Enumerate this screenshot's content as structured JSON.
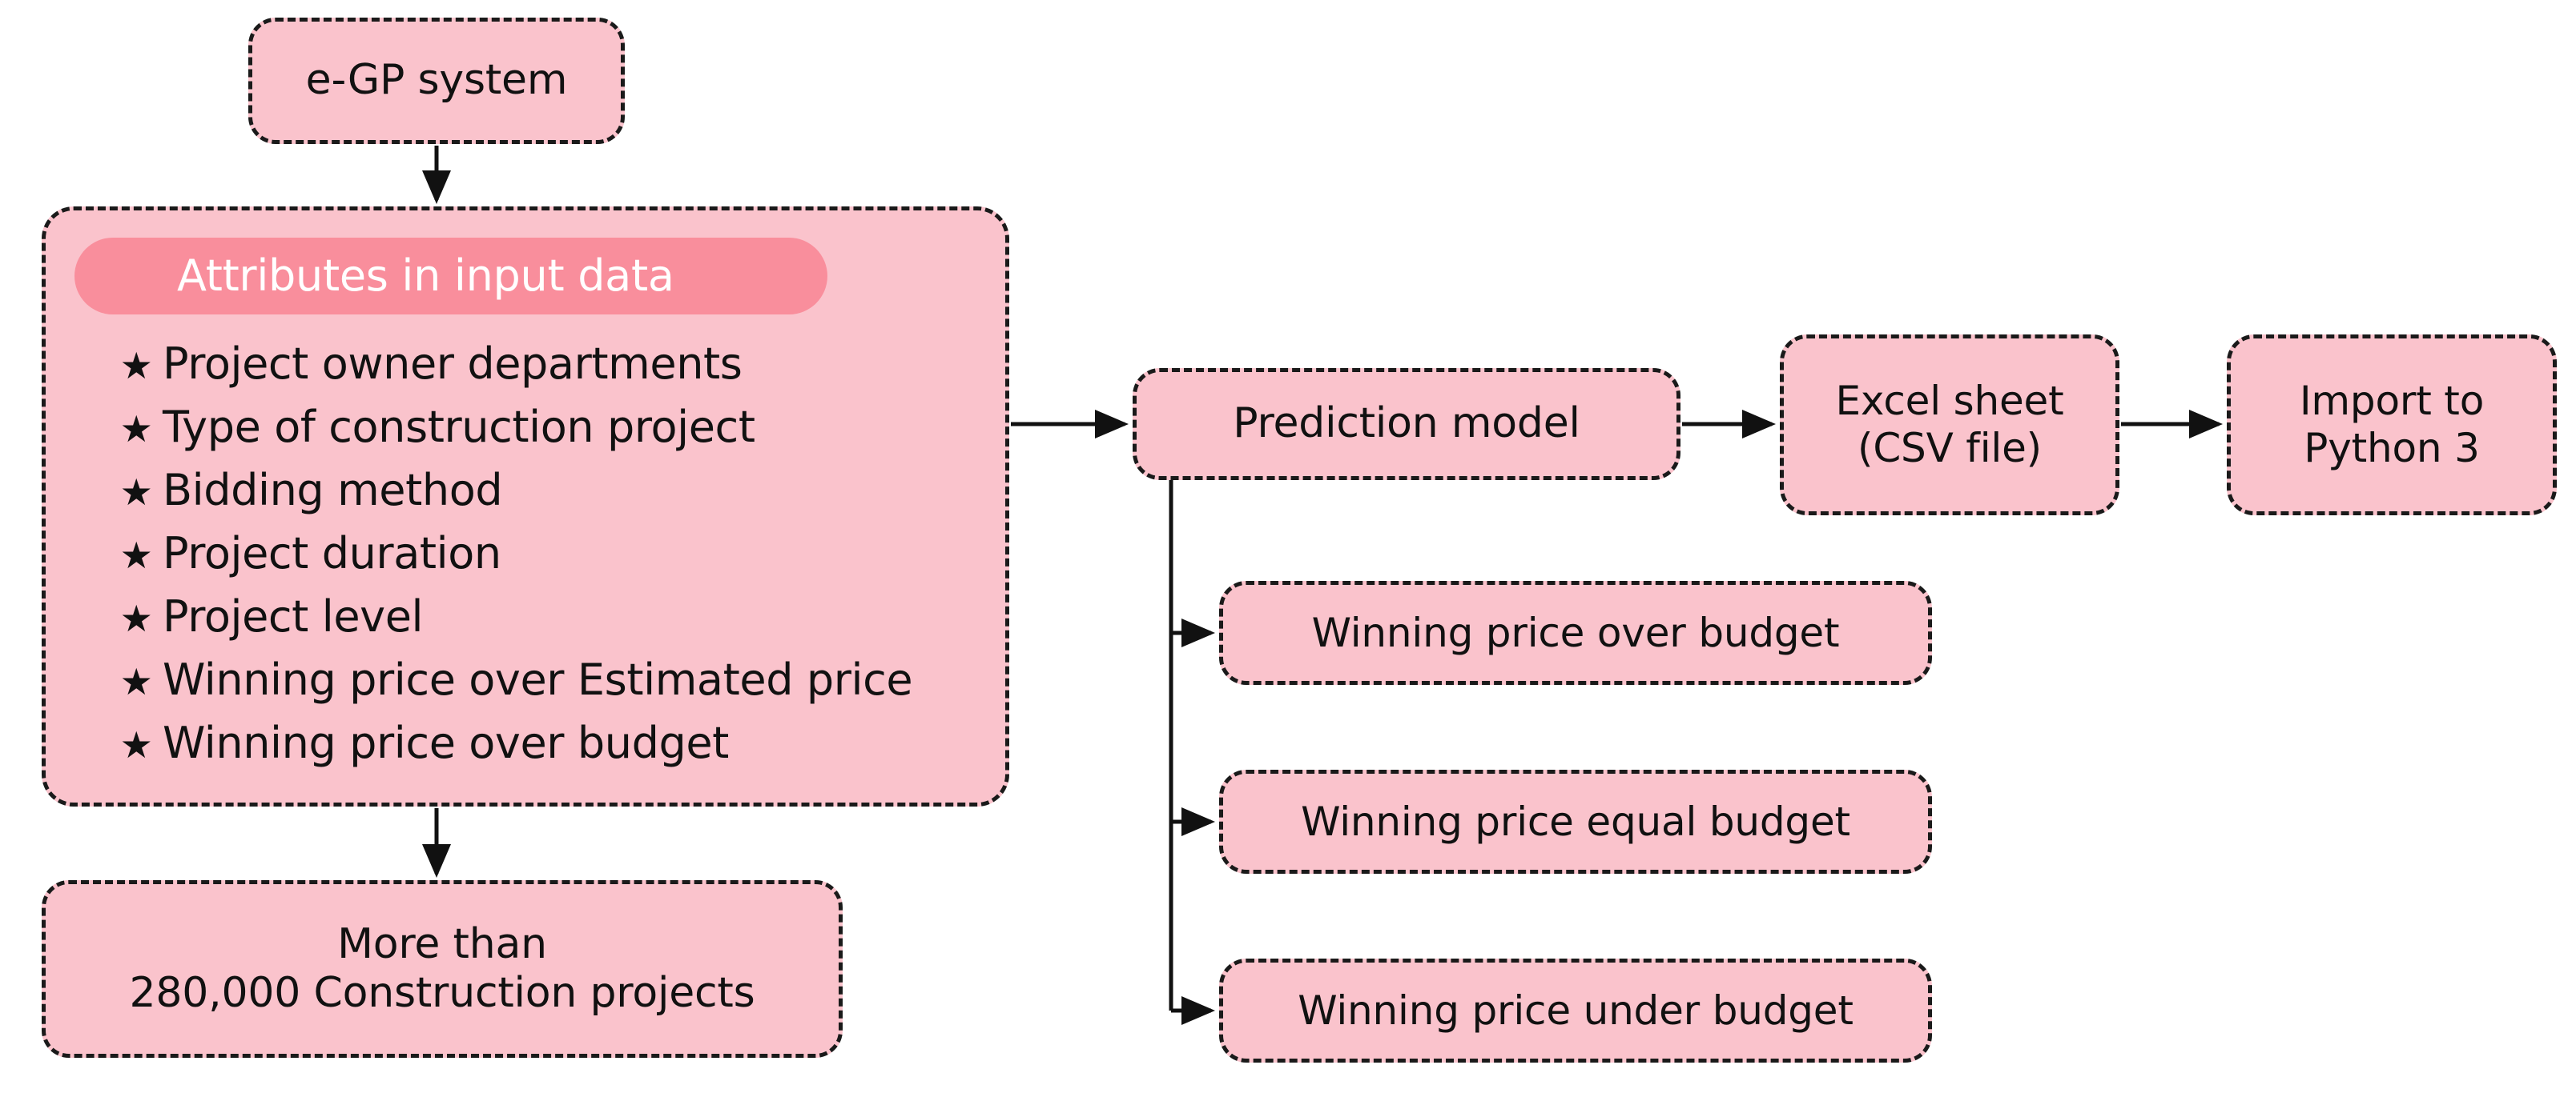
{
  "diagram": {
    "title": "Construction bidding data pipeline flowchart",
    "colors": {
      "node_fill": "#fac3cc",
      "badge_fill": "#f98e9c",
      "border": "#1a1a1a",
      "text": "#111111",
      "badge_text": "#ffffff",
      "background": "#ffffff"
    },
    "nodes": {
      "source": {
        "label": "e-GP system"
      },
      "attributes": {
        "badge_label": "Attributes in input data",
        "bullet_glyph": "★",
        "items": [
          "Project owner departments",
          "Type of construction project",
          "Bidding method",
          "Project duration",
          "Project level",
          "Winning price over Estimated price",
          "Winning price over budget"
        ]
      },
      "projects": {
        "label": "More than\n280,000 Construction projects"
      },
      "prediction": {
        "label": "Prediction model"
      },
      "excel": {
        "label": "Excel sheet\n(CSV file)"
      },
      "python": {
        "label": "Import to\nPython 3"
      },
      "outcomes": [
        {
          "label": "Winning price over budget"
        },
        {
          "label": "Winning price equal budget"
        },
        {
          "label": "Winning price under budget"
        }
      ]
    },
    "edges": [
      {
        "from": "e-GP system",
        "to": "Attributes in input data",
        "direction": "down"
      },
      {
        "from": "Attributes in input data",
        "to": "More than 280,000 Construction projects",
        "direction": "down"
      },
      {
        "from": "Attributes in input data",
        "to": "Prediction model",
        "direction": "right"
      },
      {
        "from": "Prediction model",
        "to": "Excel sheet (CSV file)",
        "direction": "right"
      },
      {
        "from": "Excel sheet (CSV file)",
        "to": "Import to Python 3",
        "direction": "right"
      },
      {
        "from": "Prediction model",
        "to": "Winning price over budget",
        "direction": "down-right"
      },
      {
        "from": "Prediction model",
        "to": "Winning price equal budget",
        "direction": "down-right"
      },
      {
        "from": "Prediction model",
        "to": "Winning price under budget",
        "direction": "down-right"
      }
    ]
  }
}
